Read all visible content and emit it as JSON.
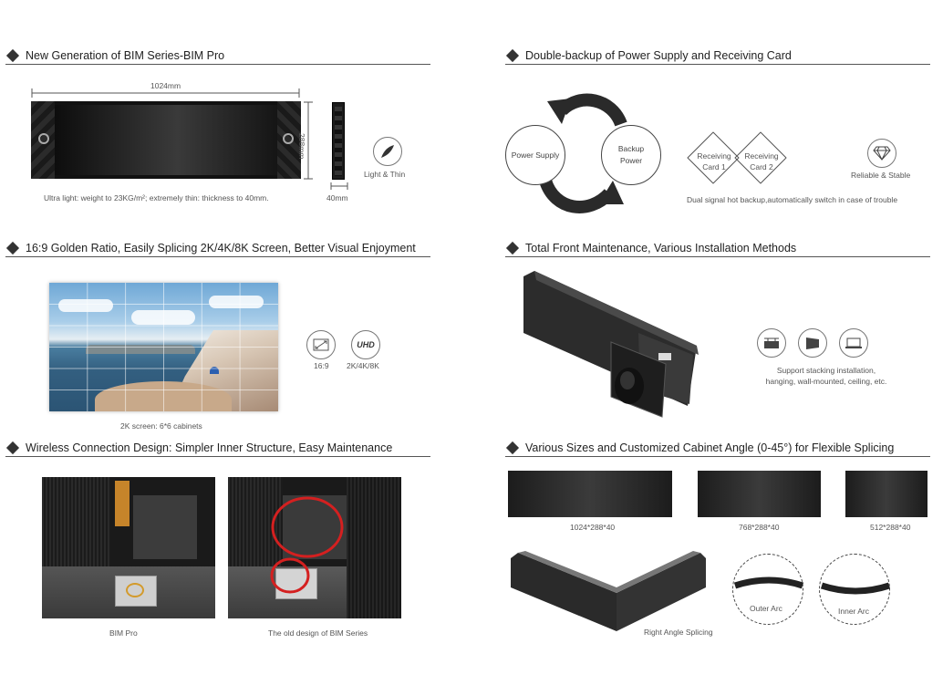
{
  "sections": {
    "bim_pro": {
      "title": "New Generation of BIM Series-BIM Pro",
      "width_label": "1024mm",
      "height_label": "288mm",
      "depth_label": "40mm",
      "caption": "Ultra light: weight to 23KG/m²; extremely thin: thickness to 40mm.",
      "feature_label": "Light & Thin"
    },
    "power": {
      "title": "Double-backup of Power Supply and Receiving Card",
      "power_supply": "Power Supply",
      "backup_power_line1": "Backup",
      "backup_power_line2": "Power",
      "card1_line1": "Receiving",
      "card1_line2": "Card 1",
      "card2_line1": "Receiving",
      "card2_line2": "Card 2",
      "reliable_label": "Reliable & Stable",
      "caption": "Dual signal hot backup,automatically switch in case of trouble"
    },
    "golden": {
      "title": "16:9 Golden Ratio, Easily Splicing 2K/4K/8K Screen, Better Visual Enjoyment",
      "ratio_label": "16:9",
      "uhd_icon_text": "UHD",
      "resolution_label": "2K/4K/8K",
      "caption": "2K screen: 6*6 cabinets"
    },
    "maintenance": {
      "title": "Total Front Maintenance, Various Installation Methods",
      "caption_line1": "Support stacking installation,",
      "caption_line2": "hanging, wall-mounted, ceiling, etc."
    },
    "wireless": {
      "title": "Wireless Connection Design: Simpler Inner Structure, Easy Maintenance",
      "left_caption": "BIM Pro",
      "right_caption": "The old design of BIM Series"
    },
    "sizes": {
      "title": "Various Sizes and Customized Cabinet Angle (0-45°) for Flexible Splicing",
      "size1": "1024*288*40",
      "size2": "768*288*40",
      "size3": "512*288*40",
      "right_angle": "Right Angle Splicing",
      "outer_arc": "Outer Arc",
      "inner_arc": "Inner Arc"
    }
  },
  "colors": {
    "text": "#333333",
    "rule": "#555555",
    "highlight_red": "#d42020"
  }
}
